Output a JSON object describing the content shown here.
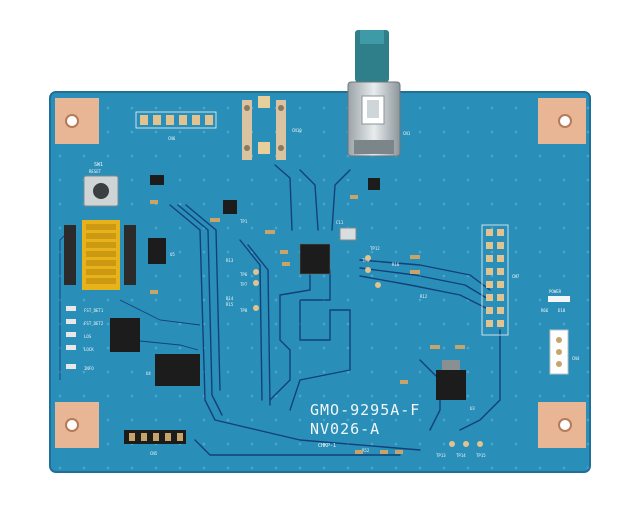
{
  "board": {
    "title": "GMO-9295A-F",
    "revision": "NV026-A",
    "sub_label": "CHKP-1",
    "colors": {
      "pcb": "#2a8fb8",
      "pcb_dark": "#1f6f98",
      "trace": "#12417a",
      "copper": "#e8b595",
      "silk": "#f2f6f8",
      "ic": "#1c1c1c",
      "dip": "#e7b21a"
    }
  },
  "labels": {
    "sw1": "SW1",
    "reset": "RESET",
    "cn1": "CN1",
    "cn3": "CN3",
    "cn4": "CN4",
    "cn5": "CN5",
    "cn6": "CN6",
    "cn7": "CN7",
    "cn10": "CN10",
    "u1": "U1",
    "u3": "U3",
    "u4": "U4",
    "u5": "U5",
    "power": "POWER",
    "d10": "D10",
    "r66": "R66",
    "tp1": "TP1",
    "tp6": "TP6",
    "tp7": "TP7",
    "tp8": "TP8",
    "tp12": "TP12",
    "tp13": "TP13",
    "tp14": "TP14",
    "tp15": "TP15",
    "tp5": "TP5",
    "r13": "R13",
    "r14": "R14",
    "r15": "R15",
    "r16": "R16",
    "r12": "R12",
    "fst_det1": "FST_DET1",
    "fst_det2": "FST_DET2",
    "lock": "LOCK",
    "los": "LOS",
    "info": "INFO",
    "c11": "C11",
    "r52": "R52"
  }
}
